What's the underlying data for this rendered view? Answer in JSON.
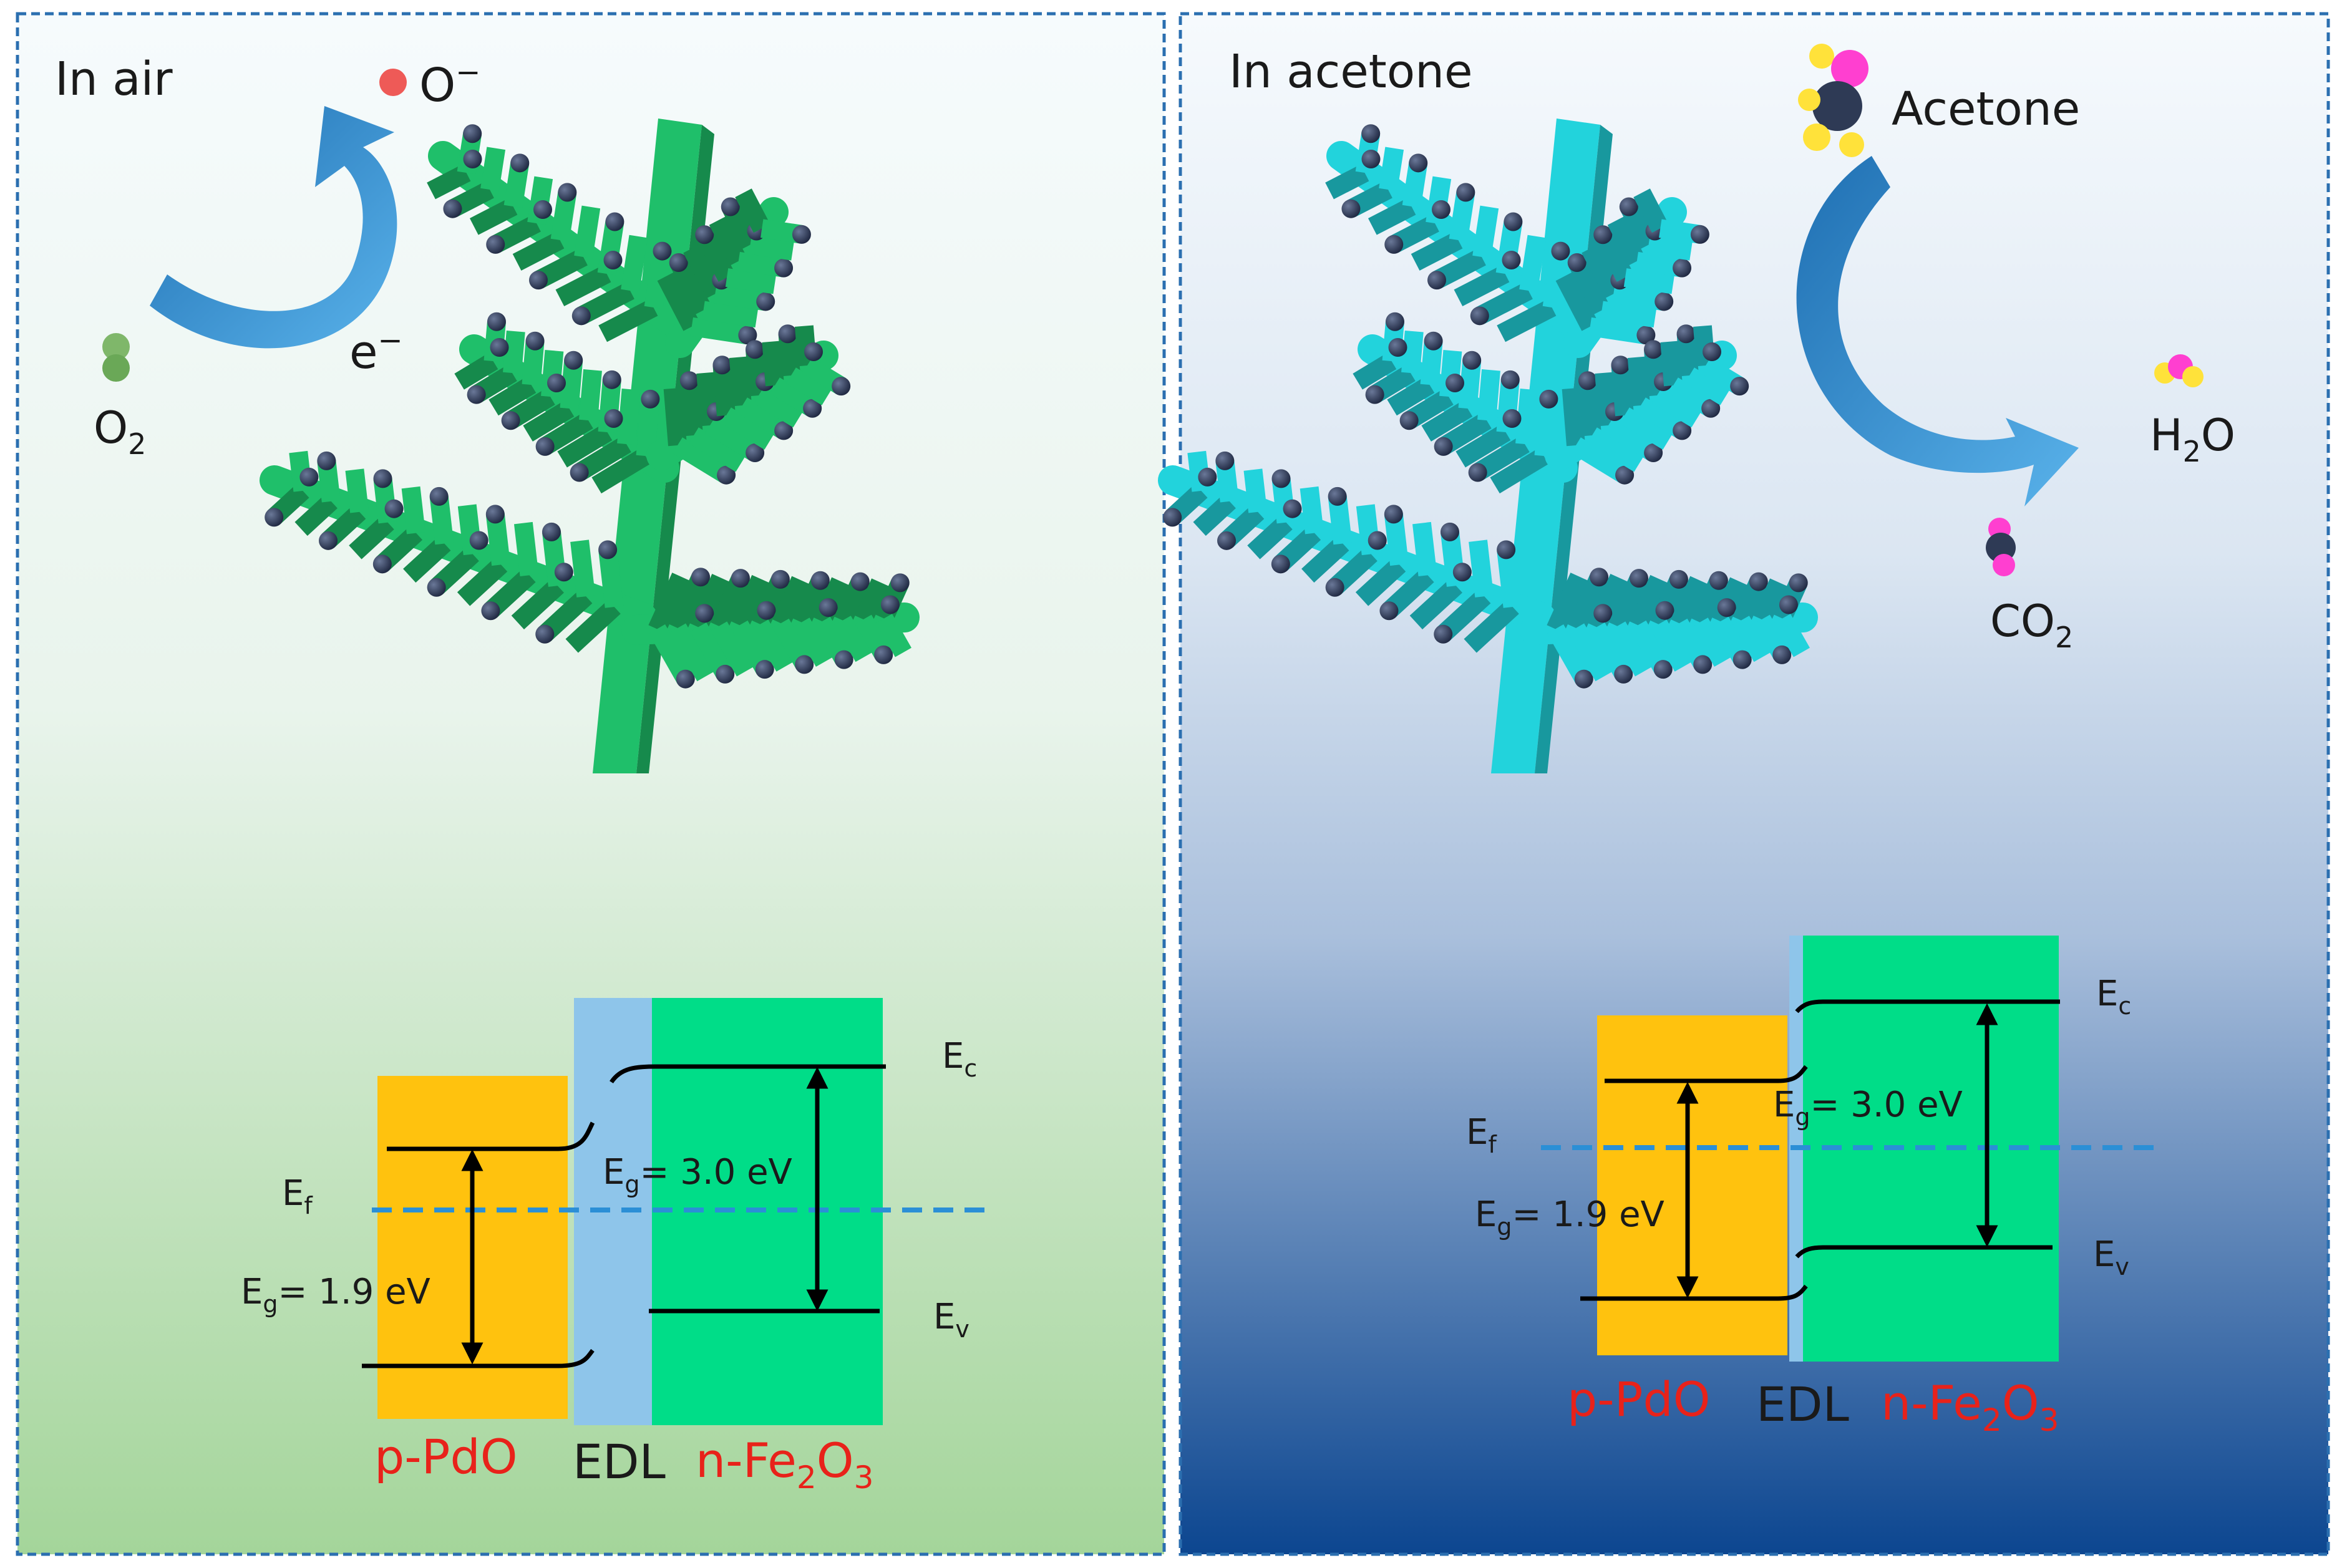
{
  "left_panel": {
    "title": "In air",
    "o_minus": "O",
    "o_minus_sup": "−",
    "electron": "e",
    "electron_sup": "−",
    "o2": "O",
    "o2_sub": "2",
    "band": {
      "ec": "E",
      "ec_sub": "c",
      "ev": "E",
      "ev_sub": "v",
      "ef": "E",
      "ef_sub": "f",
      "eg_fe2o3": "E",
      "eg_fe2o3_sub": "g",
      "eg_fe2o3_val": "= 3.0 eV",
      "eg_pdo": "E",
      "eg_pdo_sub": "g",
      "eg_pdo_val": "= 1.9 eV"
    },
    "materials": {
      "pdo": "p-PdO",
      "edl": "EDL",
      "fe2o3_pre": "n-Fe",
      "fe2o3_sub1": "2",
      "fe2o3_mid": "O",
      "fe2o3_sub2": "3"
    }
  },
  "right_panel": {
    "title": "In acetone",
    "acetone": "Acetone",
    "h2o_h": "H",
    "h2o_sub": "2",
    "h2o_o": "O",
    "co2": "CO",
    "co2_sub": "2",
    "band": {
      "ec": "E",
      "ec_sub": "c",
      "ev": "E",
      "ev_sub": "v",
      "ef": "E",
      "ef_sub": "f",
      "eg_fe2o3": "E",
      "eg_fe2o3_sub": "g",
      "eg_fe2o3_val": "= 3.0 eV",
      "eg_pdo": "E",
      "eg_pdo_sub": "g",
      "eg_pdo_val": "= 1.9 eV"
    },
    "materials": {
      "pdo": "p-PdO",
      "edl": "EDL",
      "fe2o3_pre": "n-Fe",
      "fe2o3_sub1": "2",
      "fe2o3_mid": "O",
      "fe2o3_sub2": "3"
    }
  },
  "colors": {
    "left_plant": "#1fbf6a",
    "right_plant": "#22d3dc",
    "pdo_box": "#ffc20e",
    "fe2o3_box": "#00dd88",
    "edl_box": "#8ec5ea",
    "fermi_line": "#2b8fd6",
    "arrow": "#2a7fc0",
    "label_red": "#e8221a",
    "dot": "#2e3a55"
  }
}
